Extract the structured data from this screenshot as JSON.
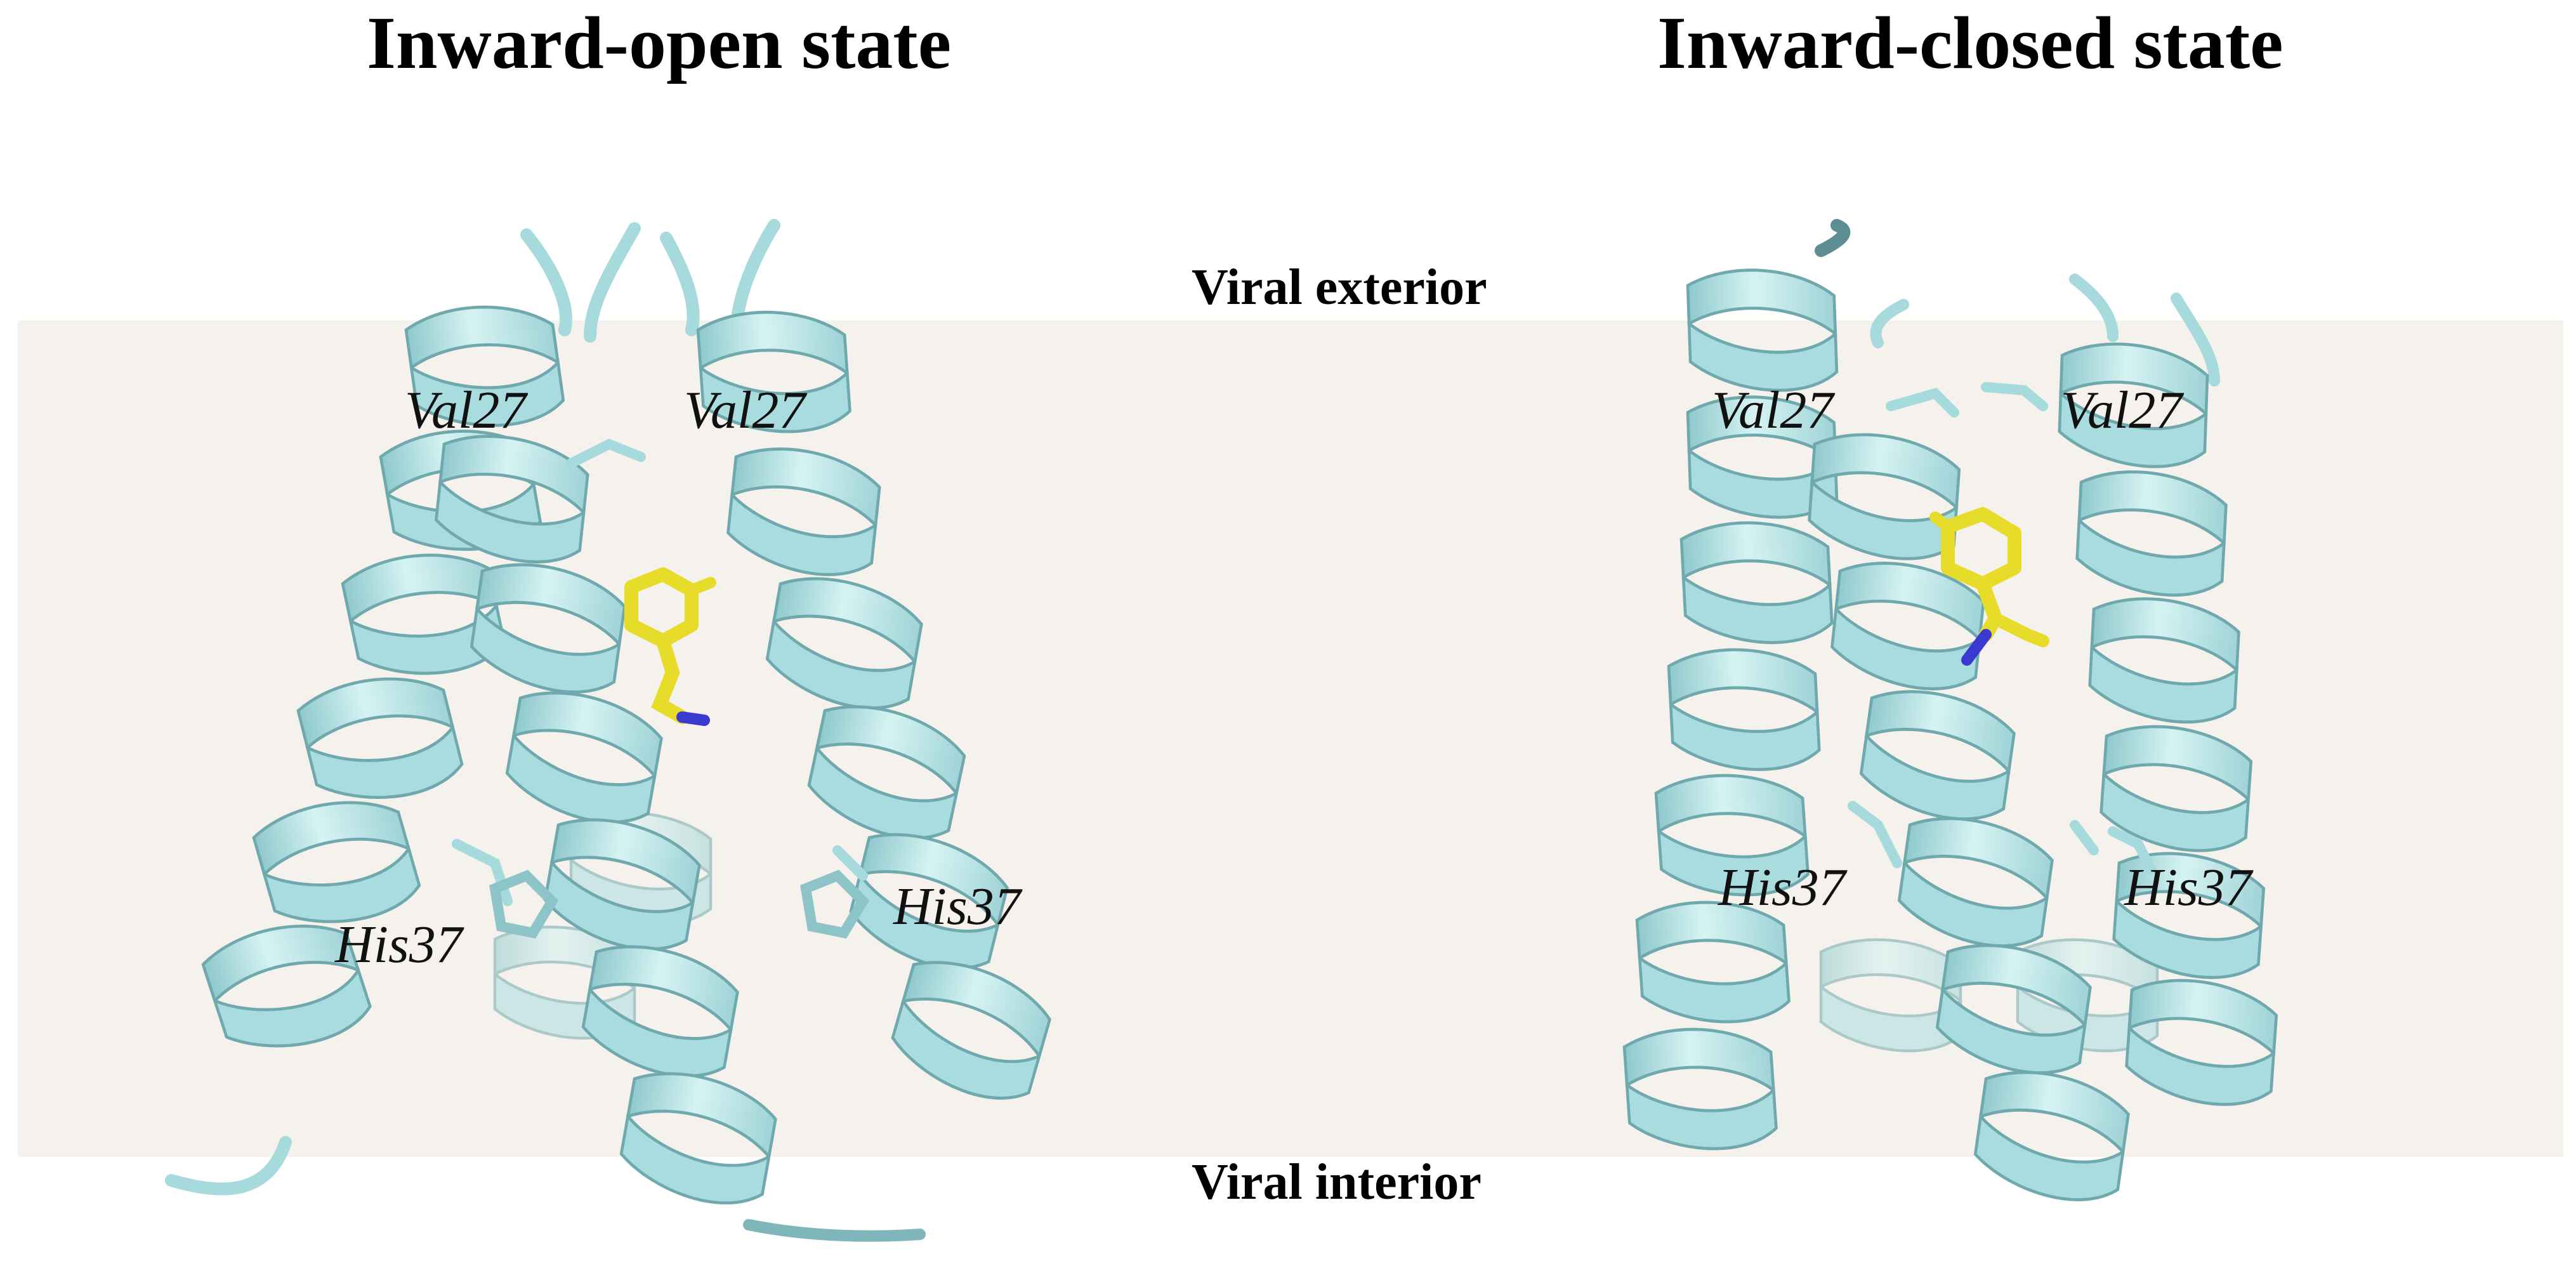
{
  "titles": {
    "left": "Inward-open state",
    "right": "Inward-closed state"
  },
  "regions": {
    "exterior": "Viral exterior",
    "interior": "Viral interior"
  },
  "panels": [
    {
      "state": "inward-open",
      "residue_labels": [
        "Val27",
        "Val27",
        "His37",
        "His37"
      ]
    },
    {
      "state": "inward-closed",
      "residue_labels": [
        "Val27",
        "Val27",
        "His37",
        "His37"
      ]
    }
  ],
  "colors": {
    "helix": "#b5e4e4",
    "helix_edge": "#6fa8ad",
    "ligand": "#e8dc2a",
    "ligand_nitrogen": "#3a3ad0",
    "membrane": "#f5f1ec"
  }
}
